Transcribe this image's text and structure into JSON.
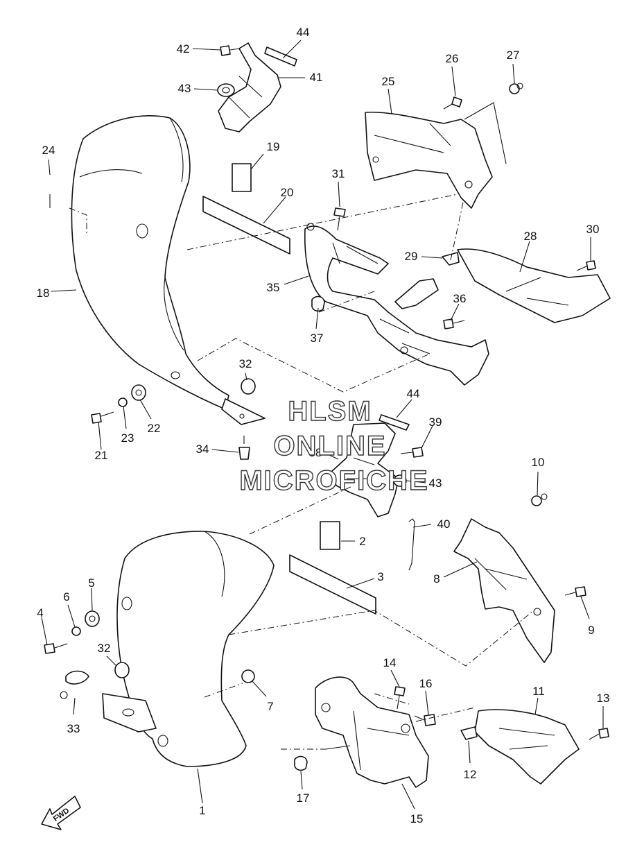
{
  "diagram": {
    "callouts": [
      "44",
      "42",
      "41",
      "43",
      "26",
      "27",
      "25",
      "24",
      "19",
      "20",
      "31",
      "30",
      "28",
      "29",
      "18",
      "35",
      "36",
      "37",
      "32",
      "22",
      "23",
      "21",
      "34",
      "44",
      "39",
      "38",
      "43",
      "10",
      "2",
      "40",
      "3",
      "8",
      "5",
      "6",
      "4",
      "9",
      "32",
      "7",
      "14",
      "16",
      "11",
      "13",
      "33",
      "12",
      "17",
      "1",
      "15"
    ],
    "watermark": [
      "HLSM",
      "ONLINE",
      "MICROFICHE"
    ],
    "fwd_label": "FWD"
  },
  "colors": {
    "line": "#111111",
    "background": "#ffffff",
    "watermark_outline": "#333333"
  }
}
